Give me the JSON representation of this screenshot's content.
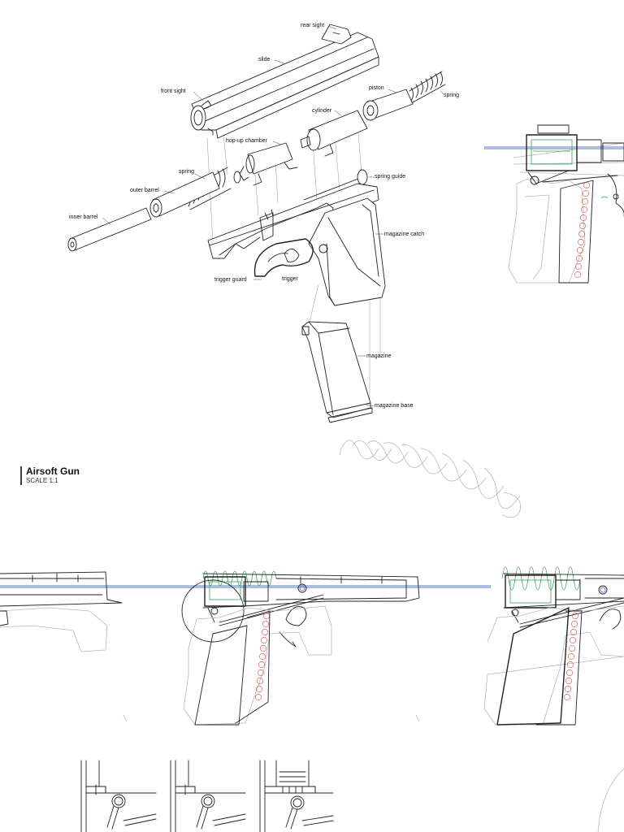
{
  "title": {
    "name": "Airsoft Gun",
    "scale": "SCALE 1:1"
  },
  "labels": {
    "rear_sight": "rear sight",
    "slide": "slide",
    "front_sight": "front sight",
    "piston": "piston",
    "spring_top": "spring",
    "cylinder": "cylinder",
    "hopup": "hop-up chamber",
    "spring_left": "spring",
    "spring_guide": "spring guide",
    "outer_barrel": "outer barrel",
    "inner_barrel": "inner barrel",
    "magazine_catch": "magazine catch",
    "trigger_guard": "trigger guard",
    "trigger": "trigger",
    "magazine": "magazine",
    "magazine_base": "magazine base"
  },
  "colors": {
    "line": "#222222",
    "ghost": "#b9b9b9",
    "spring_green": "#3aa35a",
    "air_blue": "#8fa7d6",
    "bb_red": "#dd4444"
  }
}
